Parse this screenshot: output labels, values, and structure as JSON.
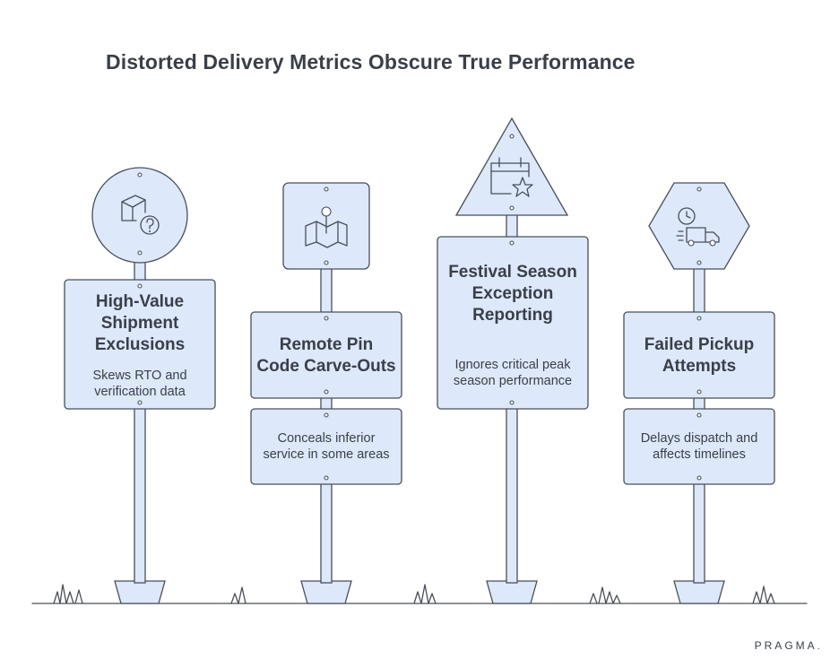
{
  "title": "Distorted Delivery Metrics Obscure True Performance",
  "signs": [
    {
      "sign_shape": "circle",
      "icon": "package-question-icon",
      "title": "High-Value Shipment Exclusions",
      "description": "Skews RTO and verification data"
    },
    {
      "sign_shape": "square",
      "icon": "map-pin-icon",
      "title": "Remote Pin Code Carve-Outs",
      "description": "Conceals inferior service in some areas"
    },
    {
      "sign_shape": "triangle",
      "icon": "calendar-star-icon",
      "title": "Festival Season Exception Reporting",
      "description": "Ignores critical peak season performance"
    },
    {
      "sign_shape": "hexagon",
      "icon": "clock-truck-icon",
      "title": "Failed Pickup Attempts",
      "description": "Delays dispatch and affects timelines"
    }
  ],
  "colors": {
    "fill": "#dde8fb",
    "stroke": "#4a4f58",
    "text": "#3a3f48",
    "brand_dot": "#2f6fe0"
  },
  "brand": {
    "name": "PRAGMA",
    "dot": "."
  }
}
